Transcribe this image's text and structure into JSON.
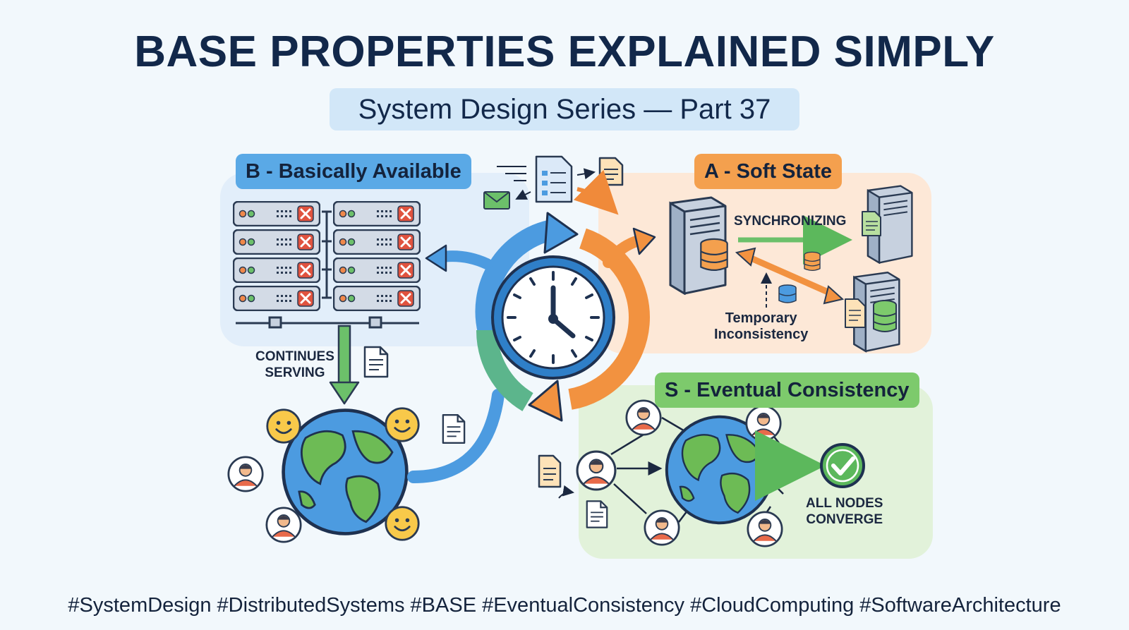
{
  "title": "BASE PROPERTIES EXPLAINED SIMPLY",
  "subtitle": "System Design Series — Part 37",
  "sections": {
    "basically_available": {
      "badge": "B - Basically Available",
      "flow_label_line1": "CONTINUES",
      "flow_label_line2": "SERVING"
    },
    "soft_state": {
      "badge": "A - Soft State",
      "sync_label": "SYNCHRONIZING",
      "note_line1": "Temporary",
      "note_line2": "Inconsistency"
    },
    "eventual_consistency": {
      "badge": "S - Eventual Consistency",
      "result_line1": "ALL NODES",
      "result_line2": "CONVERGE"
    }
  },
  "colors": {
    "blue": "#5aa9e6",
    "orange": "#f4a04e",
    "green": "#7dca6c",
    "navy": "#12284a",
    "error_red": "#e0533f"
  },
  "hashtags": "#SystemDesign #DistributedSystems #BASE #EventualConsistency #CloudComputing #SoftwareArchitecture"
}
